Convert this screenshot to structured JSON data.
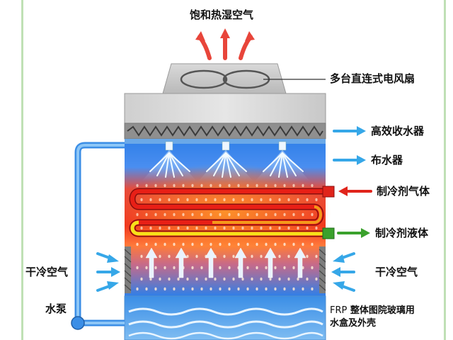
{
  "labels": {
    "hot_air": "饱和热湿空气",
    "fan": "多台直连式电风扇",
    "eliminator": "高效收水器",
    "distributor": "布水器",
    "gas_in": "制冷剂气体",
    "liquid_out": "制冷剂液体",
    "dry_air_left": "干冷空气",
    "dry_air_right": "干冷空气",
    "pump": "水泵",
    "frp_prefix": "FRP",
    "frp_line1": " 整体图院玻璃用",
    "frp_line2": "水盒及外壳"
  },
  "colors": {
    "cold_blue": "#2f7fe8",
    "hot_red": "#f0351e",
    "inlet_red": "#e0241b",
    "outlet_green": "#3aa12c",
    "arrow_blue": "#36a7e8",
    "frame_green": "#bfe0b5"
  }
}
